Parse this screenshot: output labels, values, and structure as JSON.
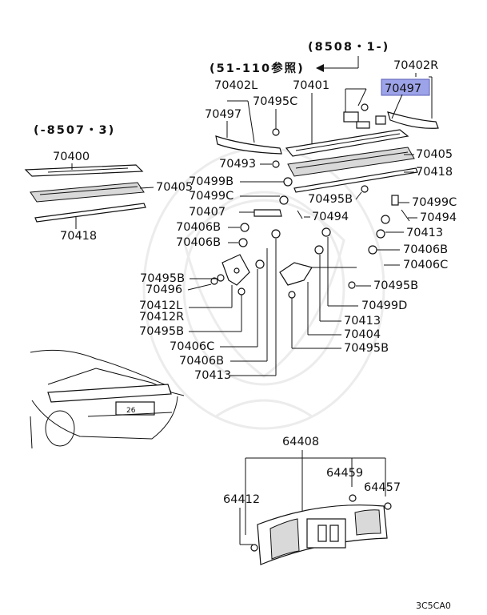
{
  "headers": {
    "range_new": "(8508・1-)",
    "range_old": "(-8507・3)",
    "reference": "(51-110参照)"
  },
  "highlight_color": "#9da3e8",
  "labels": {
    "p70402R": "70402R",
    "p70497_hl": "70497",
    "p70402L": "70402L",
    "p70401": "70401",
    "p70495C": "70495C",
    "p70497": "70497",
    "p70405_r": "70405",
    "p70418_r": "70418",
    "p70493": "70493",
    "p70499B_1": "70499B",
    "p70499C_1": "70499C",
    "p70495B_1": "70495B",
    "p70499C_2": "70499C",
    "p70400": "70400",
    "p70405_l": "70405",
    "p70418_l": "70418",
    "p70407": "70407",
    "p70494_1": "70494",
    "p70494_2": "70494",
    "p70406B_1": "70406B",
    "p70406B_2": "70406B",
    "p70413_r": "70413",
    "p70406B_r": "70406B",
    "p70406C_r": "70406C",
    "p70495B_2": "70495B",
    "p70496": "70496",
    "p70495B_3": "70495B",
    "p70412L": "70412L",
    "p70412R": "70412R",
    "p70499D": "70499D",
    "p70495B_4": "70495B",
    "p70413_c": "70413",
    "p70404": "70404",
    "p70406C_c": "70406C",
    "p70495B_5": "70495B",
    "p70406B_c": "70406B",
    "p70413_b": "70413",
    "p64408": "64408",
    "p64459": "64459",
    "p64457": "64457",
    "p64412": "64412"
  },
  "diagram_code": "3C5CA0"
}
